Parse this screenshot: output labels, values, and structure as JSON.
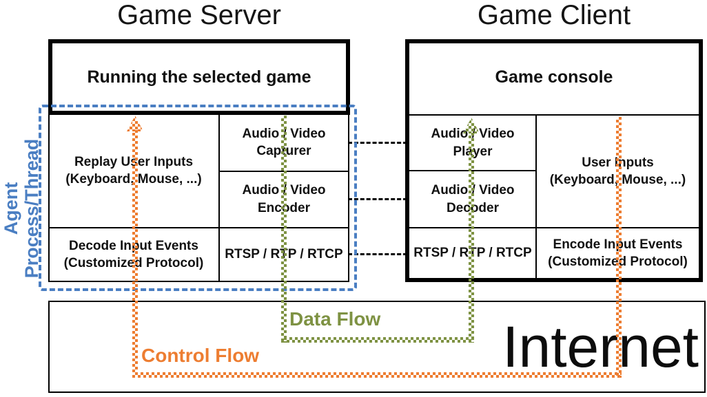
{
  "titles": {
    "server": "Game Server",
    "client": "Game Client"
  },
  "server": {
    "running_box": "Running the selected game",
    "cells": {
      "replay_user_inputs": "Replay User Inputs\n(Keyboard, Mouse, ...)",
      "av_capturer": "Audio / Video\nCapturer",
      "av_encoder": "Audio / Video\nEncoder",
      "decode_input_events": "Decode Input Events\n(Customized Protocol)",
      "rtsp": "RTSP / RTP / RTCP"
    }
  },
  "client": {
    "console_box": "Game console",
    "cells": {
      "av_player": "Audio / Video\nPlayer",
      "av_decoder": "Audio / Video\nDecoder",
      "user_inputs": "User Inputs\n(Keyboard, Mouse, ...)",
      "rtsp": "RTSP / RTP / RTCP",
      "encode_input_events": "Encode Input Events\n(Customized Protocol)"
    }
  },
  "agent": {
    "label": "Agent\nProcess/Thread"
  },
  "internet": {
    "label": "Internet"
  },
  "flows": {
    "data_flow_label": "Data Flow",
    "control_flow_label": "Control Flow"
  },
  "colors": {
    "control_flow_orange": "#ED7D31",
    "data_flow_green": "#7E9243",
    "agent_blue": "#4A7EC2",
    "line_black": "#000000"
  }
}
